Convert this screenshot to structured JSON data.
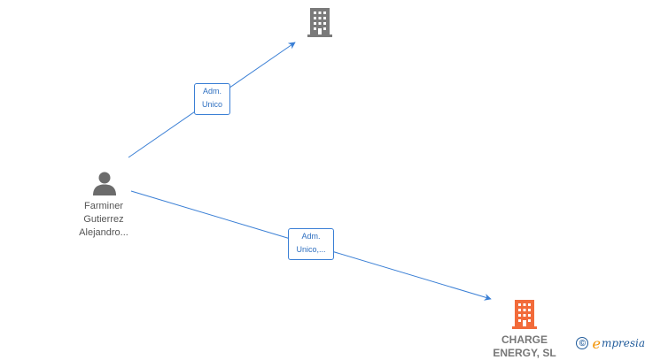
{
  "colors": {
    "edge": "#3a7fd5",
    "company_gray": "#7a7a7a",
    "company_highlight": "#f26b3a",
    "person": "#6b6b6b"
  },
  "person": {
    "icon": "person-icon",
    "name_lines": [
      "Farminer",
      "Gutierrez",
      "Alejandro..."
    ]
  },
  "companies": [
    {
      "icon": "building-icon",
      "name": "",
      "highlight": false
    },
    {
      "icon": "building-icon",
      "name": "CHARGE ENERGY, SL",
      "highlight": true
    }
  ],
  "edges": [
    {
      "label_lines": [
        "Adm.",
        "Unico"
      ]
    },
    {
      "label_lines": [
        "Adm.",
        "Unico,..."
      ]
    }
  ],
  "brand": {
    "copyright_symbol": "©",
    "initial": "e",
    "rest": "mpresia"
  }
}
